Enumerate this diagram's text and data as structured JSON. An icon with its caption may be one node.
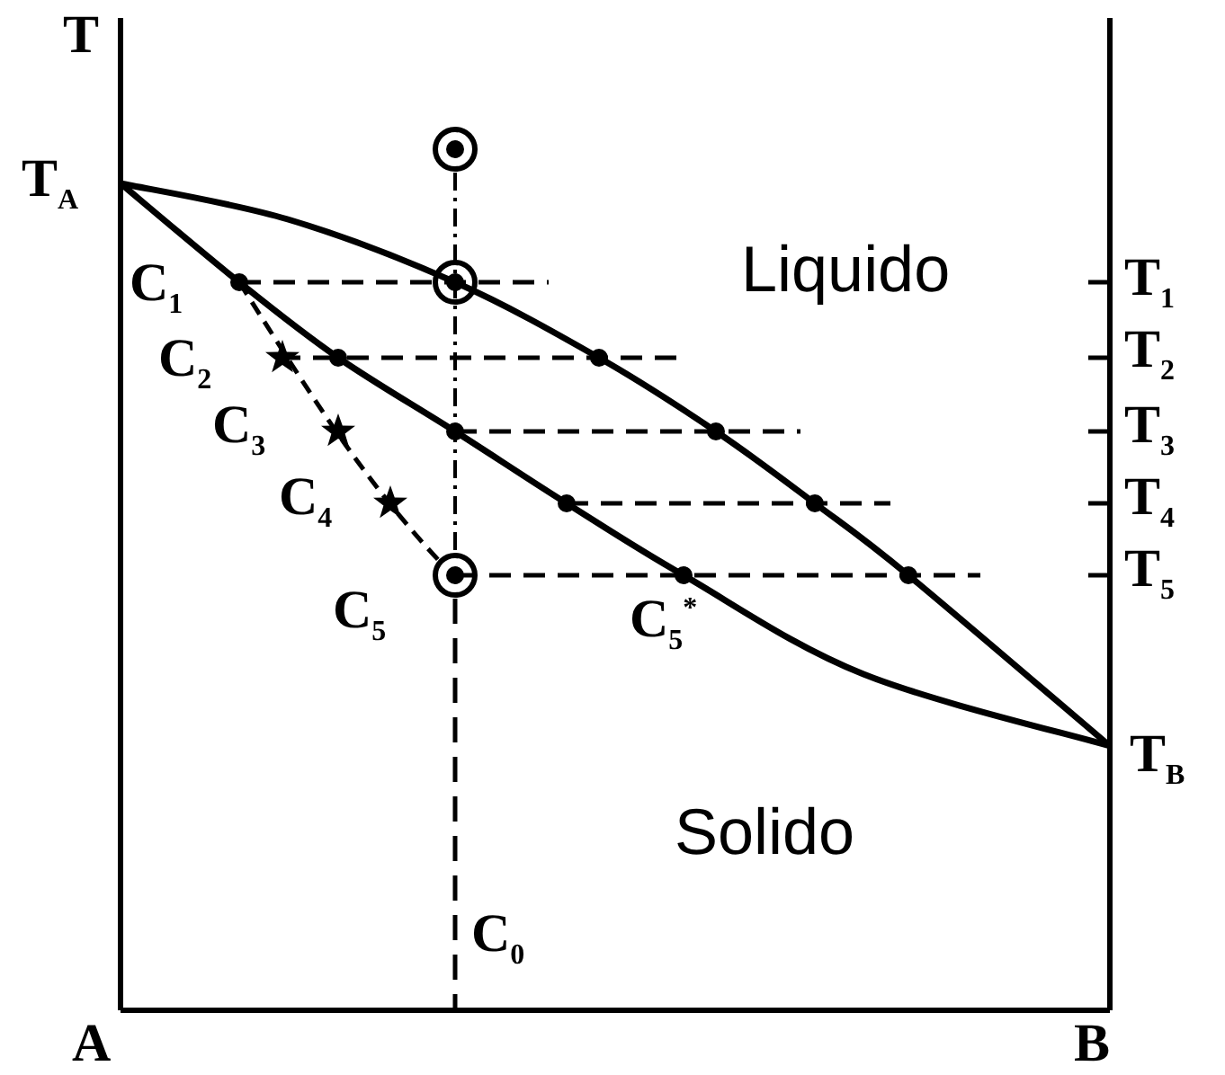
{
  "diagram": {
    "labels": [
      "T",
      "T$_{A}$",
      "C$_{1}$",
      "Liquido",
      "T$_{1}$",
      "C$_{2}$",
      "T$_{2}$",
      "C$_{3}$",
      "T$_{3}$",
      "C$_{4}$",
      "T$_{4}$",
      "T$_{5}$",
      "C$_{5}$",
      "C$_{5}$$^{*}$",
      "T$_{B}$",
      "Solido",
      "C$_{0}$",
      "A",
      "B"
    ]
  }
}
